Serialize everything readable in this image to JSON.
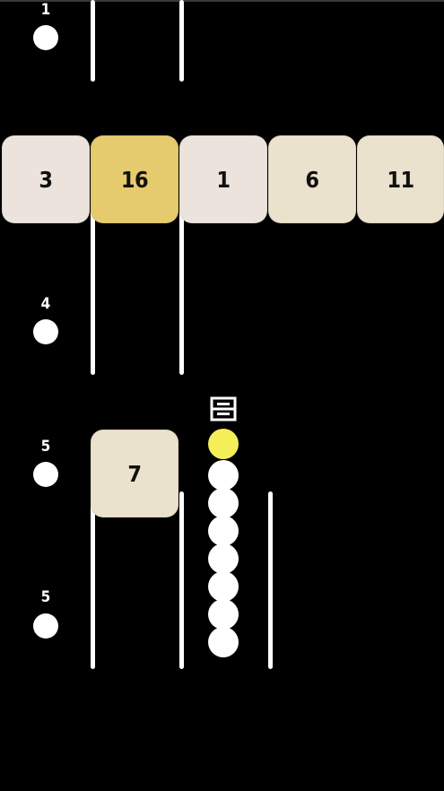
{
  "colors": {
    "background": "#000000",
    "wall": "#ffffff",
    "ball": "#ffffff",
    "snake_head": "#f4ef59",
    "block_light_gray": "#ece4dc",
    "block_cream": "#ebe2cd",
    "block_gold": "#e6cb6e"
  },
  "pickups": [
    {
      "value": "1"
    },
    {
      "value": "4"
    },
    {
      "value": "5"
    },
    {
      "value": "5"
    }
  ],
  "block_row": [
    {
      "value": "3"
    },
    {
      "value": "16"
    },
    {
      "value": "1"
    },
    {
      "value": "6"
    },
    {
      "value": "11"
    }
  ],
  "single_block": {
    "value": "7"
  },
  "snake": {
    "icon": "pause-icon",
    "length_balls": 8
  }
}
